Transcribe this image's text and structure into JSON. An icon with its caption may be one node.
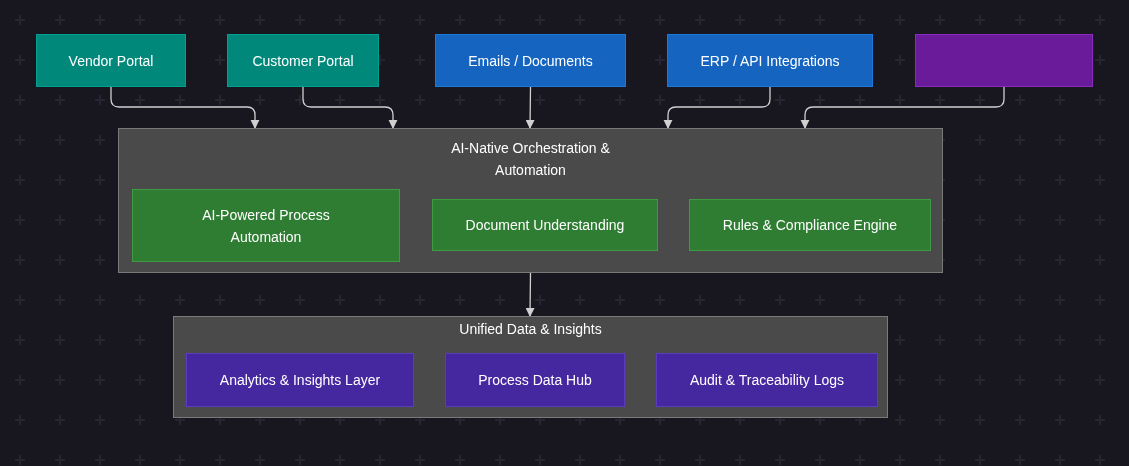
{
  "diagram": {
    "nodes": [
      {
        "text": [
          "Vendor Portal"
        ]
      },
      {
        "text": [
          "Customer Portal"
        ]
      },
      {
        "text": [
          "Emails / Documents"
        ]
      },
      {
        "text": [
          "ERP / API Integrations"
        ]
      },
      {
        "text": [],
        "shape": "box"
      },
      {
        "text": [
          "AI-Native Orchestration & Automation"
        ]
      },
      {
        "text": [
          "AI-Powered Process Automation"
        ],
        "in": 5
      },
      {
        "text": [
          "Document Understanding"
        ],
        "in": 5
      },
      {
        "text": [
          "Rules & Compliance Engine"
        ],
        "in": 5
      },
      {
        "text": [
          "Unified Data & Insights"
        ]
      },
      {
        "text": [
          "Analytics & Insights Layer"
        ],
        "in": 9
      },
      {
        "text": [
          "Process Data Hub"
        ],
        "in": 9
      },
      {
        "text": [
          "Audit & Traceability Logs"
        ],
        "in": 9
      }
    ],
    "edges": [
      {
        "from": 0,
        "to": 5,
        "arrow": "to"
      },
      {
        "from": 1,
        "to": 5,
        "arrow": "to"
      },
      {
        "from": 2,
        "to": 5,
        "arrow": "to"
      },
      {
        "from": 3,
        "to": 5,
        "arrow": "to"
      },
      {
        "from": 4,
        "to": 5,
        "arrow": "to"
      },
      {
        "from": 5,
        "to": 9,
        "arrow": "to"
      }
    ]
  }
}
